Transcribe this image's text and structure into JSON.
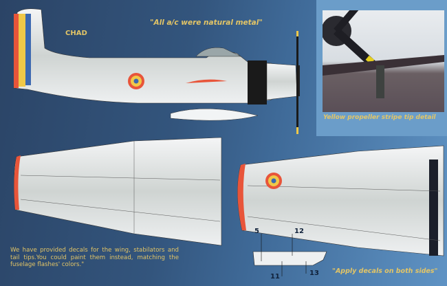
{
  "header": {
    "country_label": "CHAD",
    "finish_note": "\"All a/c were natural metal\""
  },
  "photo": {
    "caption": "Yellow propeller stripe tip detail"
  },
  "notes": {
    "decal_note": "We have provided decals for the wing, stabilators and tail tips.You could paint them instead, matching the fuselage flashes' colors.\"",
    "apply_note": "\"Apply decals on both sides\""
  },
  "callouts": [
    "5",
    "12",
    "11",
    "13"
  ],
  "colors": {
    "background": "#33557d",
    "text_gold": "#e3c566",
    "roundel_red": "#e8553a",
    "roundel_yellow": "#f0c848",
    "roundel_blue": "#3c68b0",
    "metal": "#dfe3e6"
  }
}
